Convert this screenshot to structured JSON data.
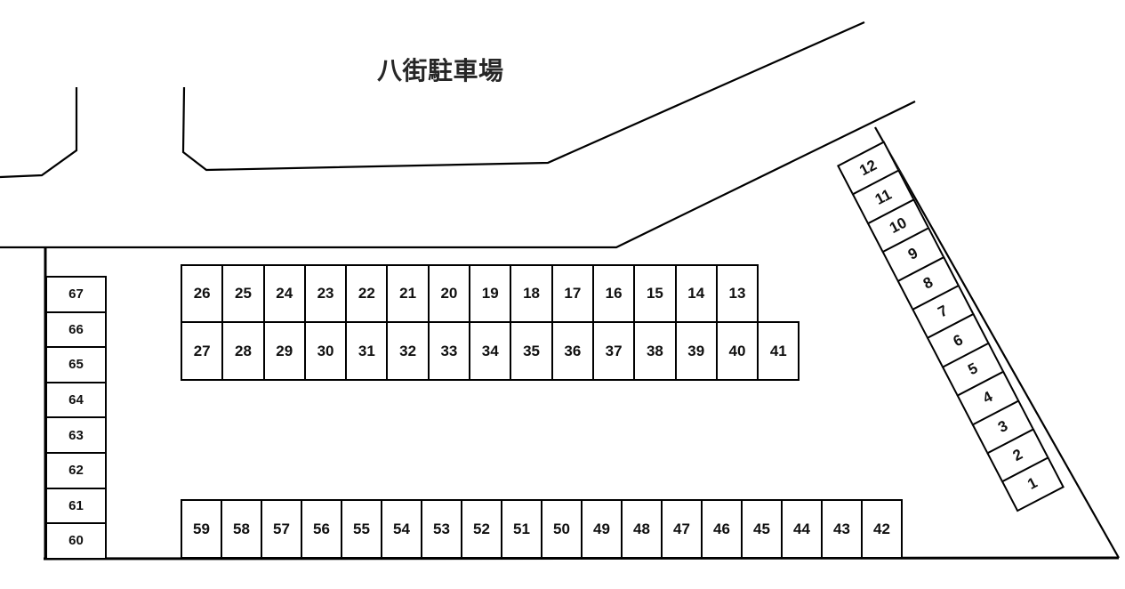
{
  "title": "八街駐車場",
  "groups": {
    "left_column": {
      "spaces": [
        "67",
        "66",
        "65",
        "64",
        "63",
        "62",
        "61",
        "60"
      ]
    },
    "upper_row": {
      "spaces": [
        "26",
        "25",
        "24",
        "23",
        "22",
        "21",
        "20",
        "19",
        "18",
        "17",
        "16",
        "15",
        "14",
        "13"
      ]
    },
    "middle_row": {
      "spaces": [
        "27",
        "28",
        "29",
        "30",
        "31",
        "32",
        "33",
        "34",
        "35",
        "36",
        "37",
        "38",
        "39",
        "40",
        "41"
      ]
    },
    "bottom_row": {
      "spaces": [
        "59",
        "58",
        "57",
        "56",
        "55",
        "54",
        "53",
        "52",
        "51",
        "50",
        "49",
        "48",
        "47",
        "46",
        "45",
        "44",
        "43",
        "42"
      ]
    },
    "diagonal_row": {
      "spaces": [
        "12",
        "11",
        "10",
        "9",
        "8",
        "7",
        "6",
        "5",
        "4",
        "3",
        "2",
        "1"
      ]
    }
  },
  "colors": {
    "background": "#ffffff",
    "line": "#000000",
    "text": "#111111"
  }
}
